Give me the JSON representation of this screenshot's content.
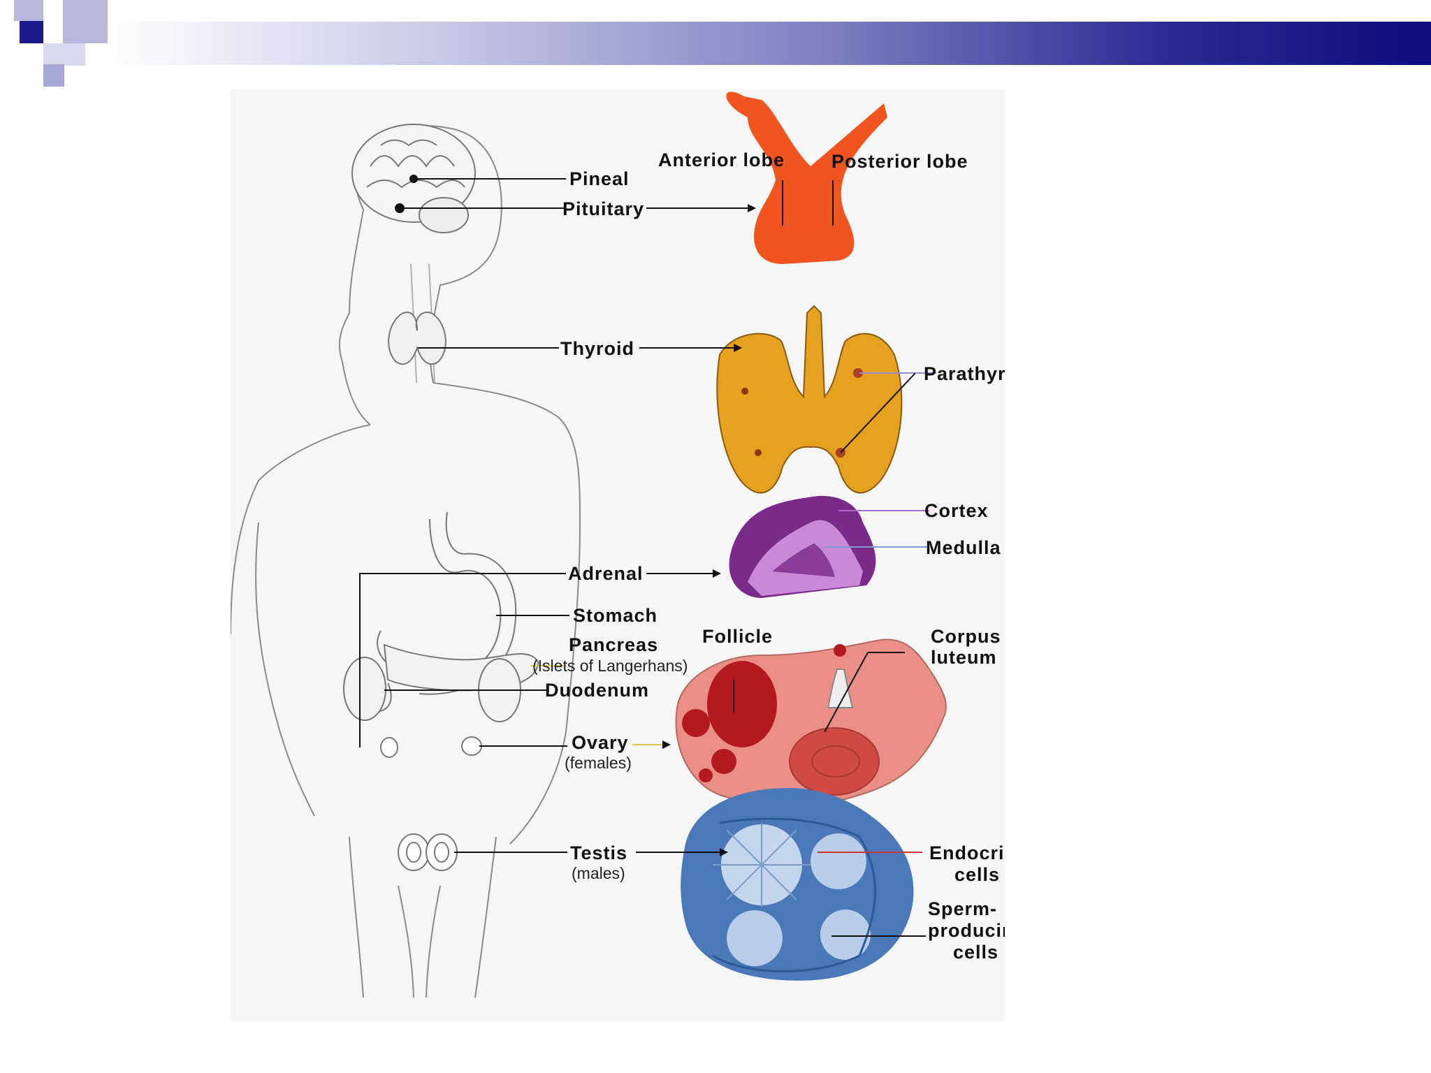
{
  "colors": {
    "header_end": "#0c0c80",
    "square_dark": "#1a1a8c",
    "square_light": "#a8a8d8",
    "pituitary": "#f0551f",
    "thyroid": "#e6a21f",
    "adrenal_cortex": "#7a2a8a",
    "adrenal_medulla": "#c88ad6",
    "ovary": "#e98f86",
    "follicle": "#b3191f",
    "testis": "#4a78b8"
  },
  "labels": {
    "pineal": "Pineal",
    "pituitary": "Pituitary",
    "anterior_lobe": "Anterior lobe",
    "posterior_lobe": "Posterior lobe",
    "thyroid": "Thyroid",
    "parathyroids": "Parathyroids",
    "cortex": "Cortex",
    "medulla": "Medulla",
    "adrenal": "Adrenal",
    "stomach": "Stomach",
    "pancreas": "Pancreas",
    "islets": "(Islets of Langerhans)",
    "duodenum": "Duodenum",
    "follicle": "Follicle",
    "corpus": "Corpus",
    "luteum": "luteum",
    "ovary": "Ovary",
    "females": "(females)",
    "testis": "Testis",
    "males": "(males)",
    "endocrine": "Endocrine",
    "cells_1": "cells",
    "sperm": "Sperm-",
    "producing": "producing",
    "cells_2": "cells"
  }
}
